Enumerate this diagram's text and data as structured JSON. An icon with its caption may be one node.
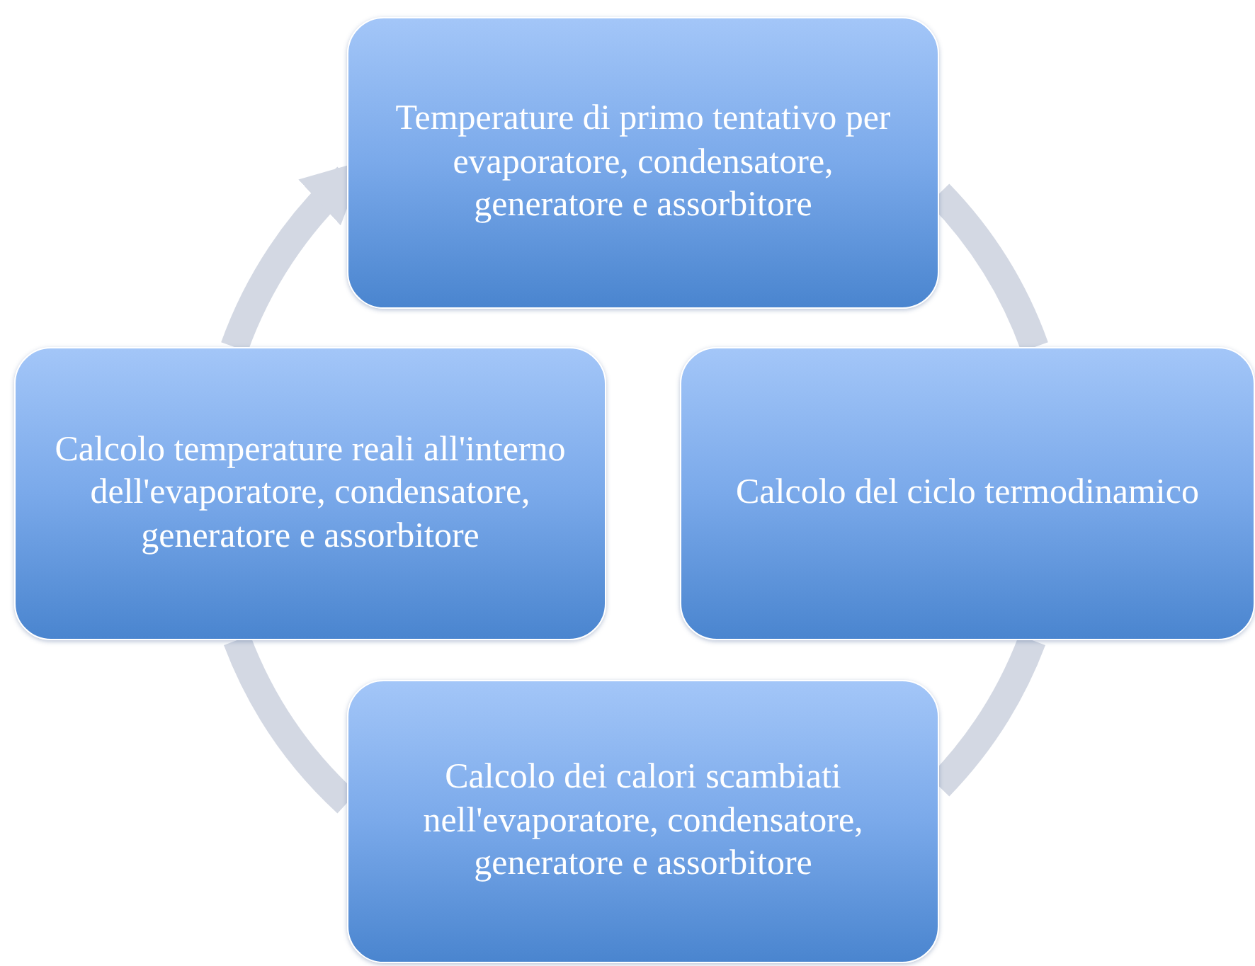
{
  "diagram": {
    "nodes": [
      {
        "text": [
          "Temperature di primo tentativo per evaporatore, condensatore, generatore e assorbitore"
        ]
      },
      {
        "text": [
          "Calcolo del ciclo termodinamico"
        ]
      },
      {
        "text": [
          "Calcolo dei calori scambiati nell'evaporatore, condensatore, generatore e assorbitore"
        ]
      },
      {
        "text": [
          "Calcolo temperature reali all'interno dell'evaporatore, condensatore, generatore e assorbitore"
        ]
      }
    ],
    "edges": [
      {
        "from": 0,
        "to": 1,
        "arrow": "none"
      },
      {
        "from": 1,
        "to": 2,
        "arrow": "none"
      },
      {
        "from": 2,
        "to": 3,
        "arrow": "none"
      },
      {
        "from": 3,
        "to": 0,
        "arrow": "to"
      }
    ]
  }
}
